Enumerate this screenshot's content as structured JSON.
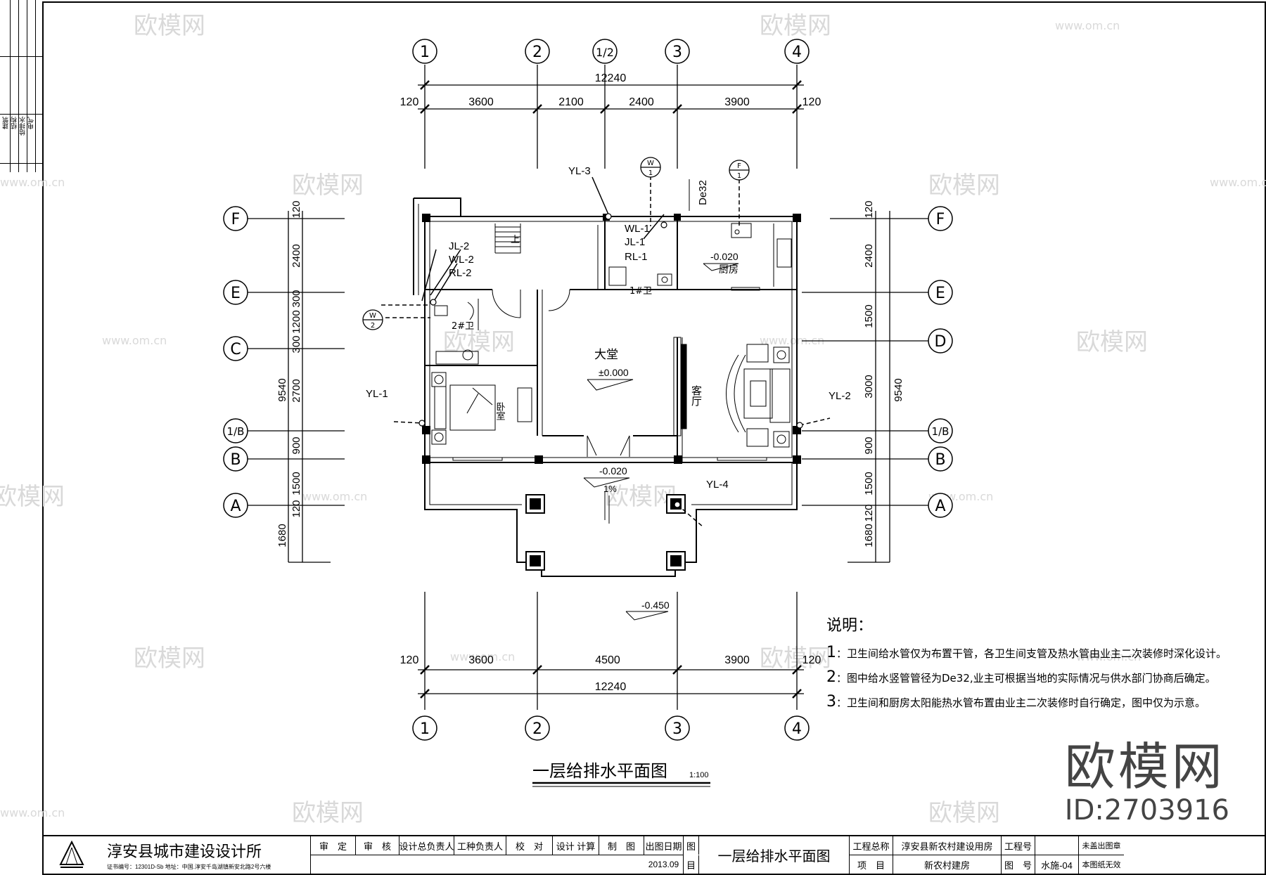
{
  "drawing": {
    "title": "一层给排水平面图",
    "scale": "1:100",
    "axes_top": [
      "1",
      "2",
      "1/2",
      "3",
      "4"
    ],
    "axes_bottom": [
      "1",
      "2",
      "3",
      "4"
    ],
    "axes_left": [
      "F",
      "E",
      "C",
      "1/B",
      "B",
      "A"
    ],
    "axes_right": [
      "F",
      "E",
      "D",
      "1/B",
      "B",
      "A"
    ],
    "dims_top_total": "12240",
    "dims_top": [
      "120",
      "3600",
      "2100",
      "2400",
      "3900",
      "120"
    ],
    "dims_bottom_total": "12240",
    "dims_bottom": [
      "120",
      "3600",
      "4500",
      "3900",
      "120"
    ],
    "dims_left_total": "9540",
    "dims_left": [
      "120",
      "2400",
      "300",
      "1200",
      "300",
      "2700",
      "900",
      "1500",
      "120",
      "1680"
    ],
    "dims_right_total": "9540",
    "dims_right": [
      "120",
      "2400",
      "1500",
      "3000",
      "900",
      "1500",
      "120",
      "1680"
    ],
    "rooms": {
      "hall": "大堂",
      "hall_level": "±0.000",
      "kitchen": "厨房",
      "kitchen_level": "-0.020",
      "living": "客厅",
      "bedroom": "卧室",
      "wc1": "1#卫",
      "wc2": "2#卫",
      "upstairs": "上",
      "porch_level": "-0.020",
      "slope": "1%",
      "ground_level": "-0.450"
    },
    "pipes": {
      "yl1": "YL-1",
      "yl2": "YL-2",
      "yl3": "YL-3",
      "yl4": "YL-4",
      "jl1": "JL-1",
      "wl1": "WL-1",
      "rl1": "RL-1",
      "jl2": "JL-2",
      "wl2": "WL-2",
      "rl2": "RL-2",
      "de32": "De32",
      "w1_top": "W",
      "w1_bot": "1",
      "f1_top": "F",
      "f1_bot": "1",
      "w2_top": "W",
      "w2_bot": "2"
    }
  },
  "notes": {
    "heading": "说明：",
    "items": [
      {
        "no": "1",
        "text": "：卫生间给水管仅为布置干管，各卫生间支管及热水管由业主二次装修时深化设计。"
      },
      {
        "no": "2",
        "text": "：图中给水竖管管径为De32,业主可根据当地的实际情况与供水部门协商后确定。"
      },
      {
        "no": "3",
        "text": "：卫生间和厨房太阳能热水管布置由业主二次装修时自行确定，图中仅为示意。"
      }
    ]
  },
  "title_block": {
    "company": "淳安县城市建设设计所",
    "cert": "证书编号：12301D-Sb  地址：中国.淳安千岛湖镇新安北路2号六楼",
    "roles": [
      "审　定",
      "审　核",
      "设计总负责人",
      "工种负责人",
      "校　对",
      "设计 计算",
      "制　图"
    ],
    "date_label": "出图日期",
    "date_value": "2013.09",
    "drawing_label_1": "图",
    "drawing_label_2": "目",
    "drawing_name": "一层给排水平面图",
    "project_total_label": "工程总称",
    "project_total": "淳安县新农村建设用房",
    "project_label": "项　目",
    "project": "新农村建房",
    "project_no_label": "工程号",
    "sheet_no_label": "图　号",
    "sheet_no": "水施-04",
    "stamp_note_1": "未盖出图章",
    "stamp_note_2": "本图纸无效"
  },
  "revision_strip": {
    "labels": [
      "建筑",
      "结构",
      "给排水",
      "电气"
    ]
  },
  "watermark": {
    "brand": "欧模网",
    "url": "www.om.cn",
    "id": "ID:2703916"
  }
}
